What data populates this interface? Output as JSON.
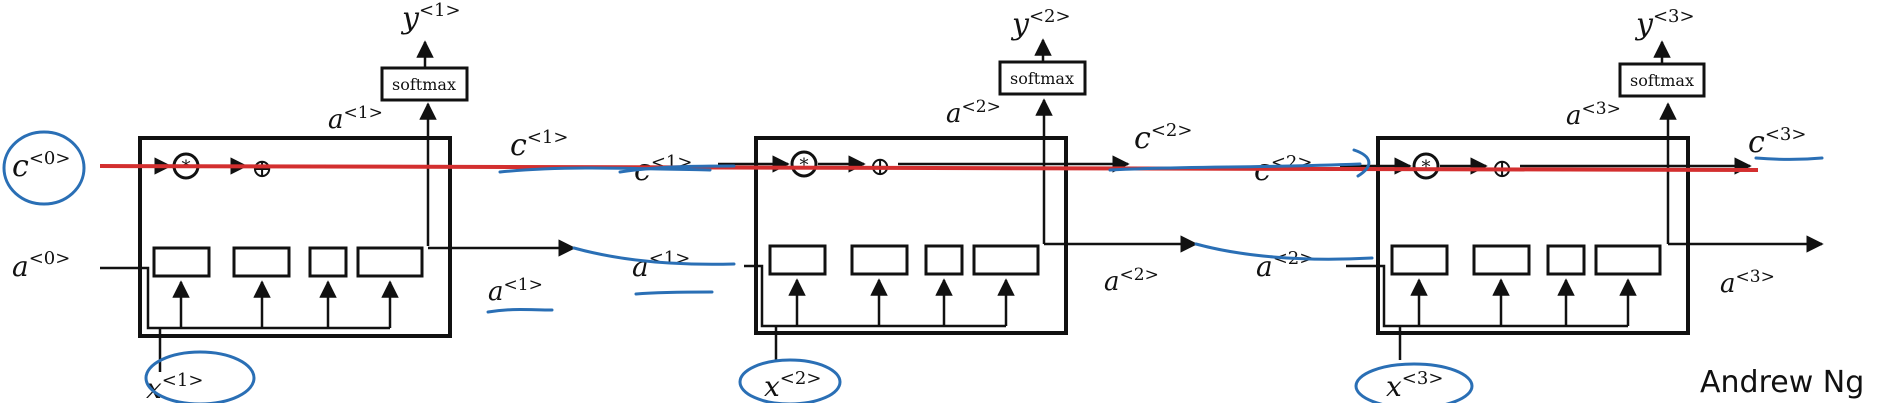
{
  "diagram": {
    "title": "",
    "signature": "Andrew Ng",
    "softmax_label": "softmax",
    "cells": [
      {
        "output_label": "y",
        "output_sup": "<1>",
        "activation_out_label": "a",
        "activation_out_sup": "<1>",
        "cell_out_label": "c",
        "cell_out_sup": "<1>",
        "input_label": "x",
        "input_sup": "<1>"
      },
      {
        "output_label": "y",
        "output_sup": "<2>",
        "activation_out_label": "a",
        "activation_out_sup": "<2>",
        "cell_out_label": "c",
        "cell_out_sup": "<2>",
        "input_label": "x",
        "input_sup": "<2>"
      },
      {
        "output_label": "y",
        "output_sup": "<3>",
        "activation_out_label": "a",
        "activation_out_sup": "<3>",
        "cell_out_label": "c",
        "cell_out_sup": "<3>",
        "input_label": "x",
        "input_sup": "<3>"
      }
    ],
    "initial_cell_label": "c",
    "initial_cell_sup": "<0>",
    "initial_activation_label": "a",
    "initial_activation_sup": "<0>",
    "multiply_symbol": "*",
    "add_symbol": "⊕",
    "ink_colors": {
      "cell_state_line": "#d32f2f",
      "handwriting": "#2a6fb5",
      "diagram": "#111111"
    }
  }
}
